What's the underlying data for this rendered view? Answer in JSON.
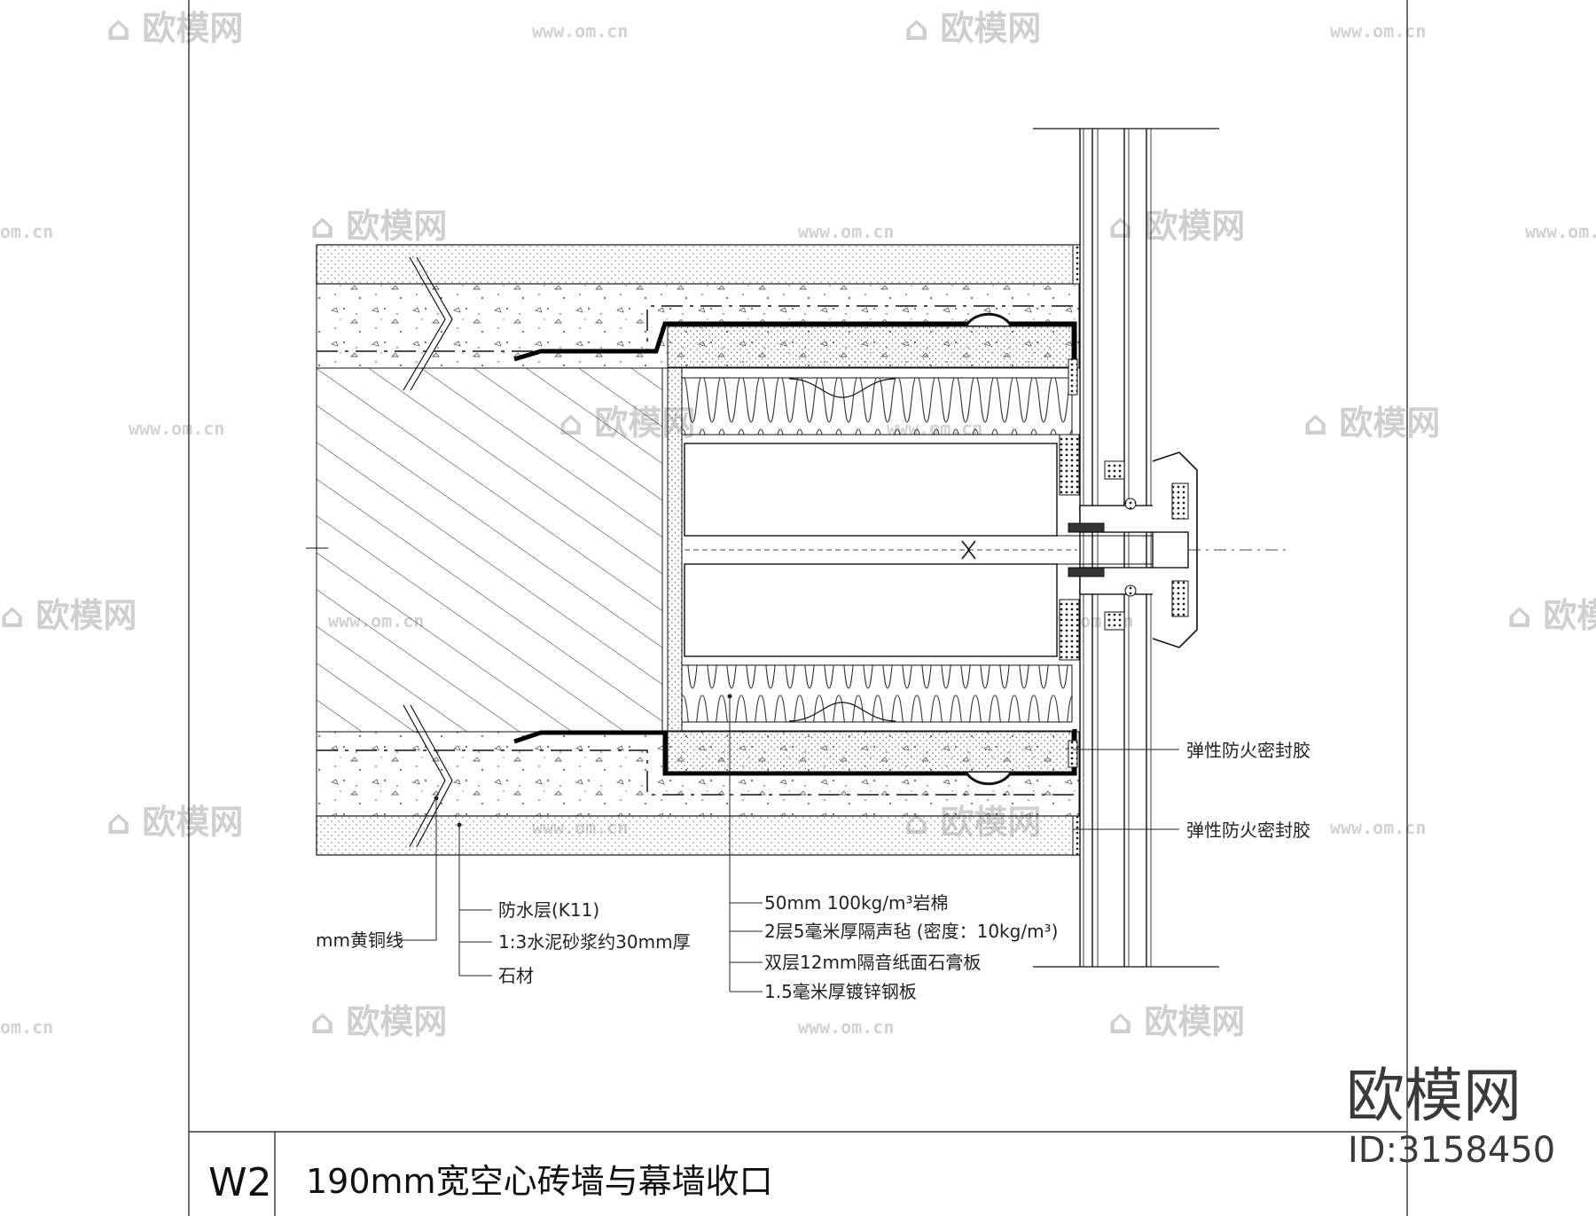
{
  "drawing": {
    "code": "W2",
    "title": "190mm宽空心砖墙与幕墙收口"
  },
  "labels": {
    "sealant_upper": "弹性防火密封胶",
    "sealant_lower": "弹性防火密封胶",
    "rock_wool": "50mm 100kg/m³岩棉",
    "acoustic_felt": "2层5毫米厚隔声毡 (密度：10kg/m³)",
    "gypsum_board": "双层12mm隔音纸面石膏板",
    "steel_plate": "1.5毫米厚镀锌钢板",
    "waterproof": "防水层(K11)",
    "mortar": "1:3水泥砂浆约30mm厚",
    "stone": "石材",
    "brass_wire": "mm黄铜线"
  },
  "brand": {
    "name": "欧模网",
    "id": "ID:3158450"
  },
  "watermark": {
    "logo_text": "欧模网",
    "url": "www.om.cn",
    "url_short": "om.cn"
  },
  "colors": {
    "line": "#111111",
    "hatch": "#555555",
    "watermark": "#cfcfcf"
  }
}
